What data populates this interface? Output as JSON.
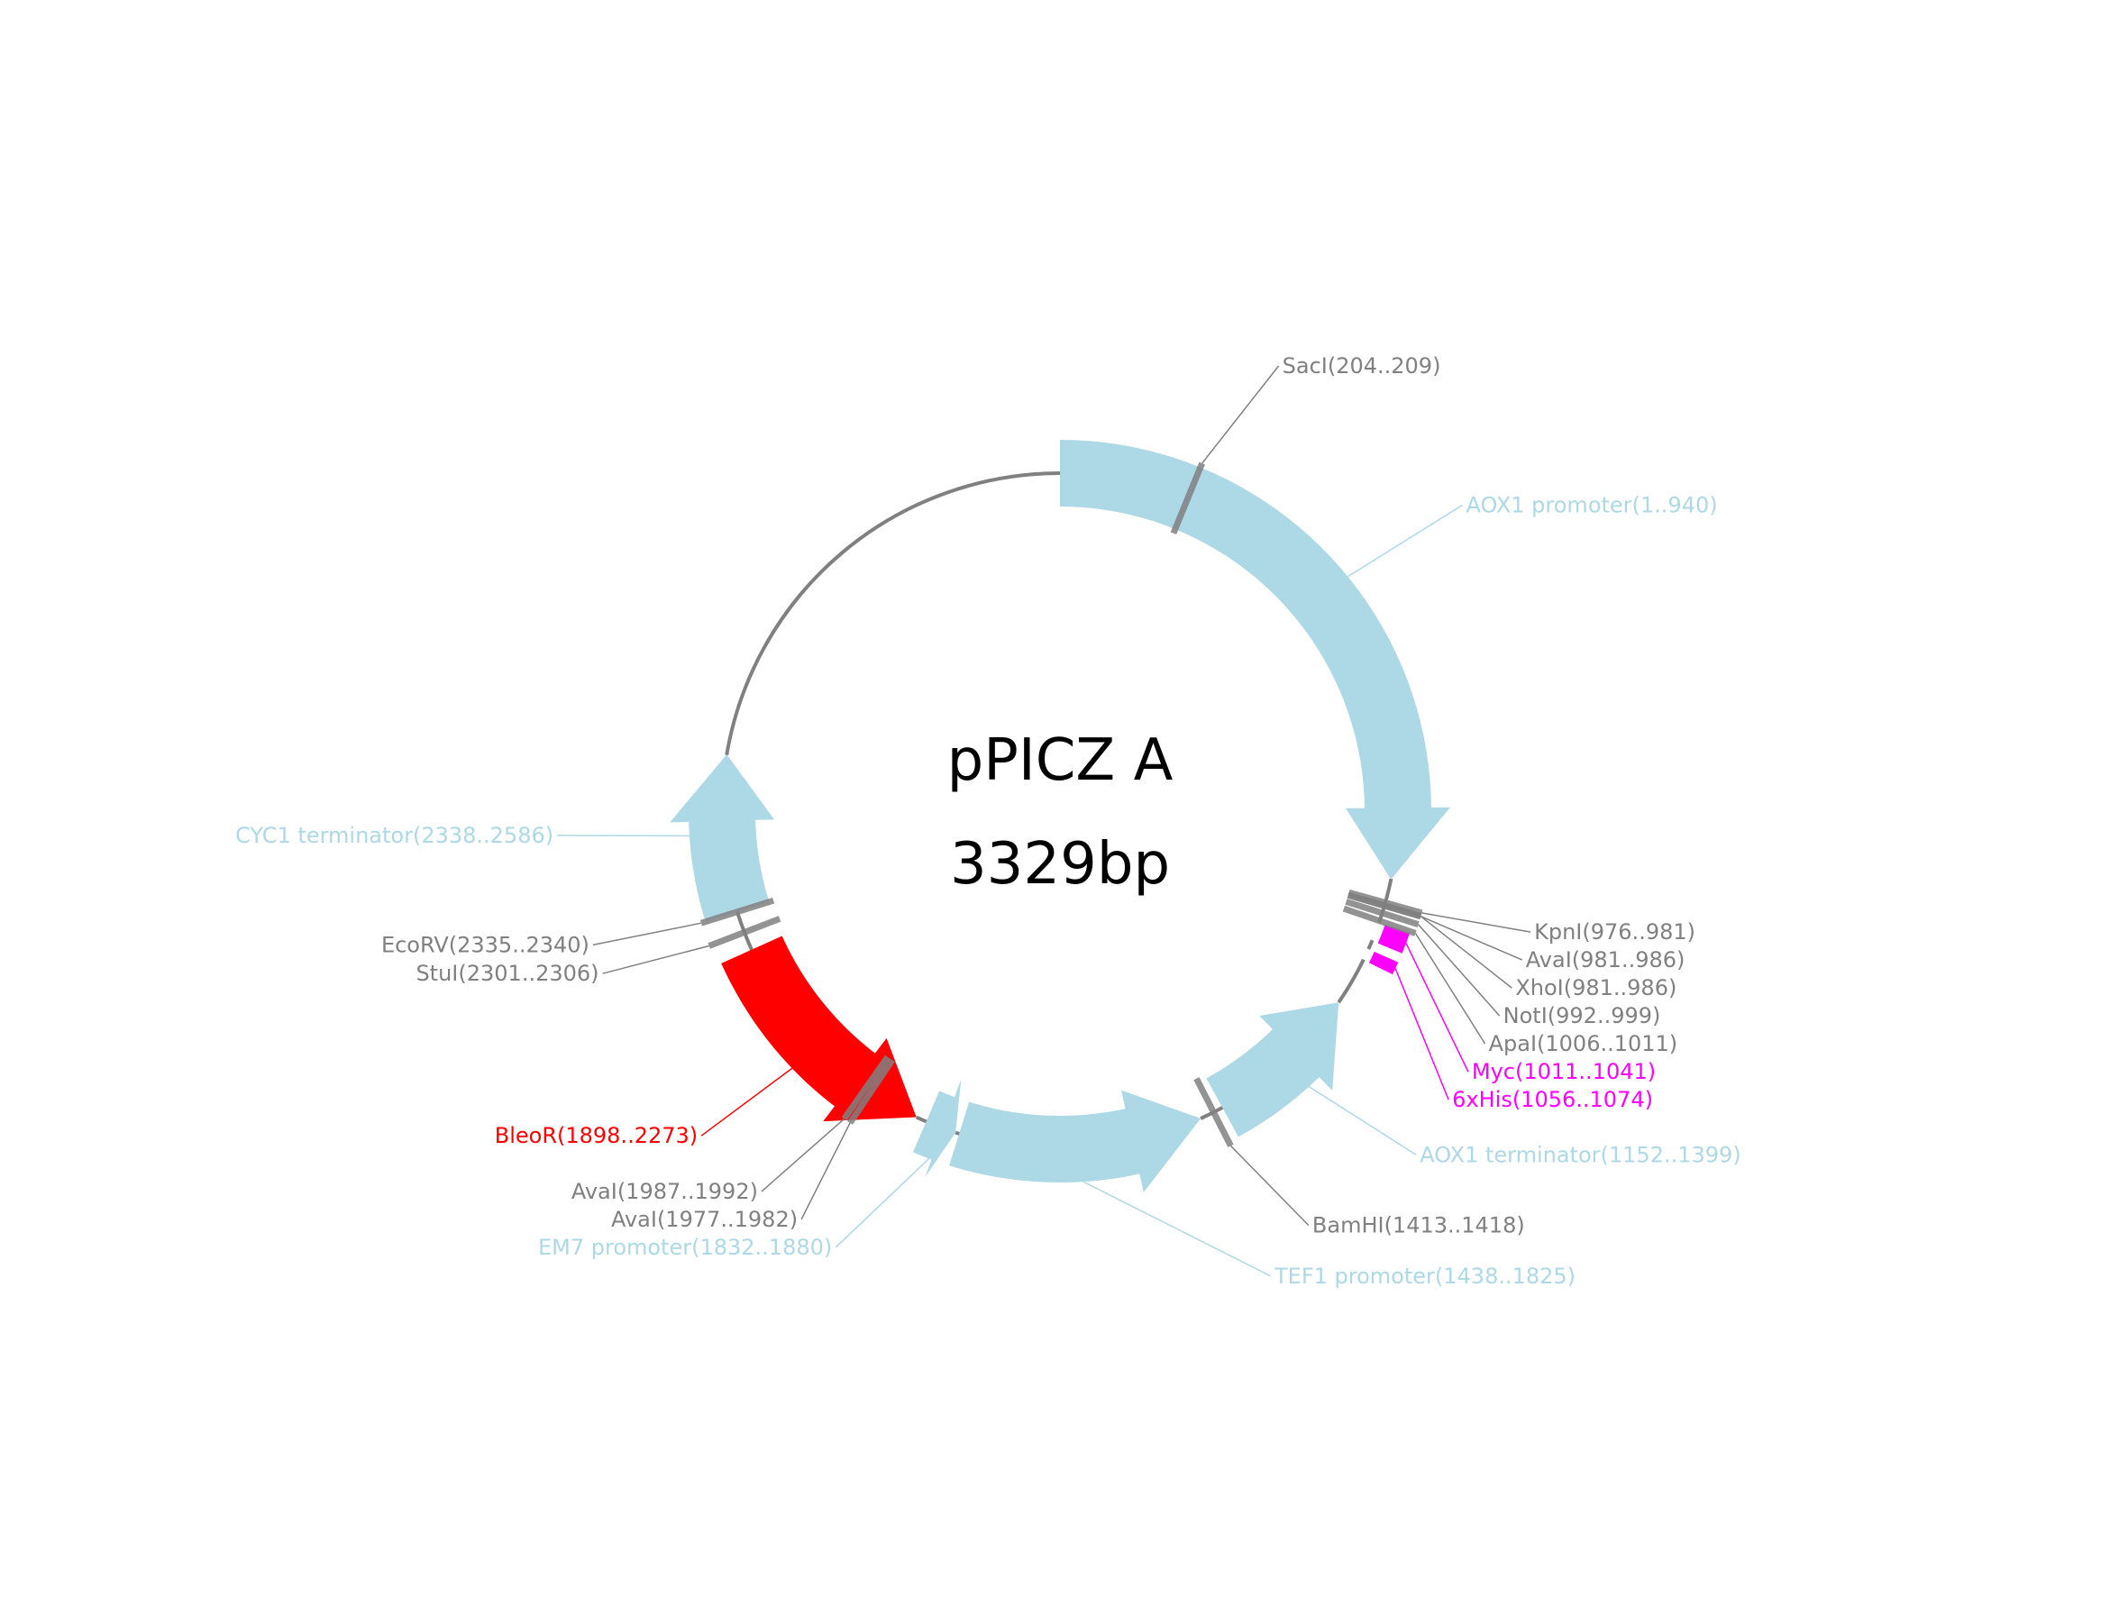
{
  "plasmid": {
    "name": "pPICZ A",
    "length_label": "3329bp",
    "length_bp": 3329
  },
  "colors": {
    "backbone": "#808080",
    "promoter_terminator": "#ADD8E6",
    "resistance_gene": "#FF0000",
    "tag": "#FF00FF",
    "restriction_site": "#808080"
  },
  "features": [
    {
      "id": "aox1-promoter",
      "label": "AOX1 promoter(1..940)",
      "type": "promoter",
      "start": 1,
      "end": 940,
      "strand": 1,
      "color": "#ADD8E6"
    },
    {
      "id": "myc",
      "label": "Myc(1011..1041)",
      "type": "tag",
      "start": 1011,
      "end": 1041,
      "strand": 0,
      "color": "#FF00FF"
    },
    {
      "id": "his6",
      "label": "6xHis(1056..1074)",
      "type": "tag",
      "start": 1056,
      "end": 1074,
      "strand": 0,
      "color": "#FF00FF"
    },
    {
      "id": "aox1-terminator",
      "label": "AOX1 terminator(1152..1399)",
      "type": "terminator",
      "start": 1152,
      "end": 1399,
      "strand": -1,
      "color": "#ADD8E6"
    },
    {
      "id": "tef1-promoter",
      "label": "TEF1 promoter(1438..1825)",
      "type": "promoter",
      "start": 1438,
      "end": 1825,
      "strand": -1,
      "color": "#ADD8E6"
    },
    {
      "id": "em7-promoter",
      "label": "EM7 promoter(1832..1880)",
      "type": "promoter",
      "start": 1832,
      "end": 1880,
      "strand": -1,
      "color": "#ADD8E6"
    },
    {
      "id": "bleor",
      "label": "BleoR(1898..2273)",
      "type": "gene",
      "start": 1898,
      "end": 2273,
      "strand": -1,
      "color": "#FF0000"
    },
    {
      "id": "cyc1-terminator",
      "label": "CYC1 terminator(2338..2586)",
      "type": "terminator",
      "start": 2338,
      "end": 2586,
      "strand": 1,
      "color": "#ADD8E6"
    }
  ],
  "sites": [
    {
      "id": "saci",
      "label": "SacI(204..209)",
      "start": 204,
      "end": 209
    },
    {
      "id": "kpni",
      "label": "KpnI(976..981)",
      "start": 976,
      "end": 981
    },
    {
      "id": "avai-981",
      "label": "AvaI(981..986)",
      "start": 981,
      "end": 986
    },
    {
      "id": "xhoi",
      "label": "XhoI(981..986)",
      "start": 981,
      "end": 986
    },
    {
      "id": "noti",
      "label": "NotI(992..999)",
      "start": 992,
      "end": 999
    },
    {
      "id": "apai",
      "label": "ApaI(1006..1011)",
      "start": 1006,
      "end": 1011
    },
    {
      "id": "bamhi",
      "label": "BamHI(1413..1418)",
      "start": 1413,
      "end": 1418
    },
    {
      "id": "avai-1987",
      "label": "AvaI(1987..1992)",
      "start": 1987,
      "end": 1992
    },
    {
      "id": "avai-1977",
      "label": "AvaI(1977..1982)",
      "start": 1977,
      "end": 1982
    },
    {
      "id": "stui",
      "label": "StuI(2301..2306)",
      "start": 2301,
      "end": 2306
    },
    {
      "id": "ecorv",
      "label": "EcoRV(2335..2340)",
      "start": 2335,
      "end": 2340
    }
  ]
}
